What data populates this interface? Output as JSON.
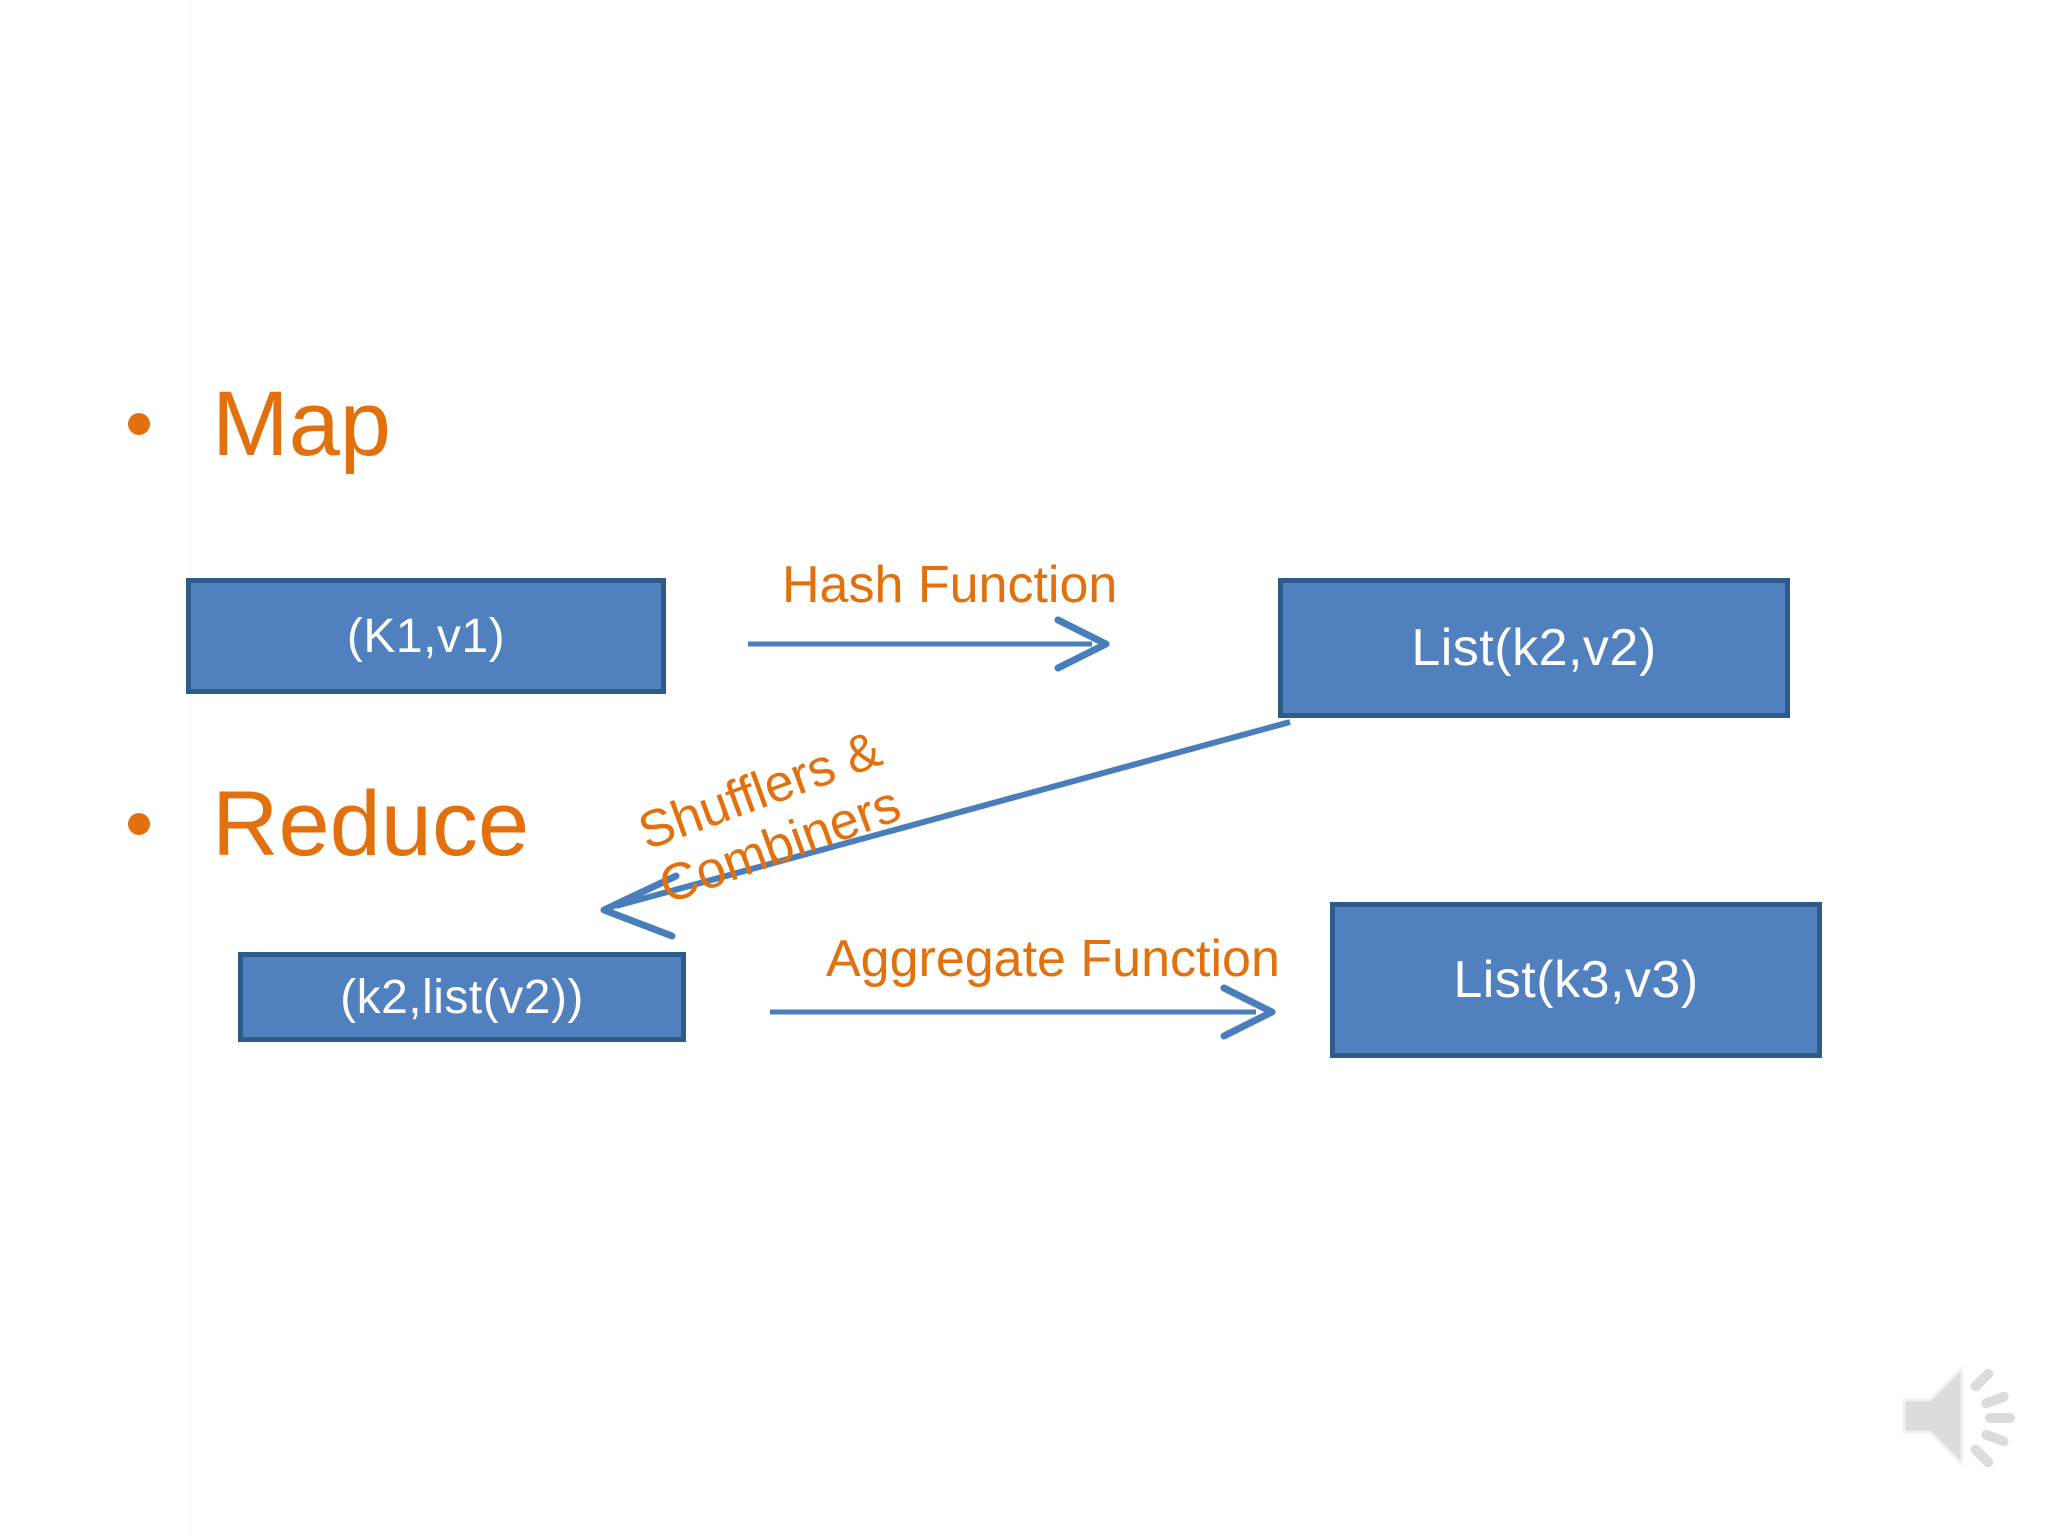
{
  "slide": {
    "background_color": "#FFFFFF",
    "accent_orange": "#E2700D",
    "box_fill_blue": "#5080BE",
    "box_border_blue": "#2E5C8A",
    "arrow_blue": "#4A7EBB",
    "box_text_color": "#FFFFFF"
  },
  "bullets": [
    {
      "label": "Map"
    },
    {
      "label": "Reduce"
    }
  ],
  "boxes": [
    {
      "id": "k1v1",
      "label": "(K1,v1)"
    },
    {
      "id": "listk2v2",
      "label": "List(k2,v2)"
    },
    {
      "id": "k2listv2",
      "label": "(k2,list(v2))"
    },
    {
      "id": "listk3v3",
      "label": "List(k3,v3)"
    }
  ],
  "arrows": [
    {
      "id": "hash",
      "label": "Hash Function",
      "direction": "right"
    },
    {
      "id": "shuffle",
      "label_line1": "Shufflers &",
      "label_line2": "Combiners",
      "direction": "down-left"
    },
    {
      "id": "aggregate",
      "label": "Aggregate Function",
      "direction": "right"
    }
  ],
  "media": {
    "speaker_icon_name": "speaker-audio-icon",
    "speaker_icon_color": "#DCDCDC"
  }
}
